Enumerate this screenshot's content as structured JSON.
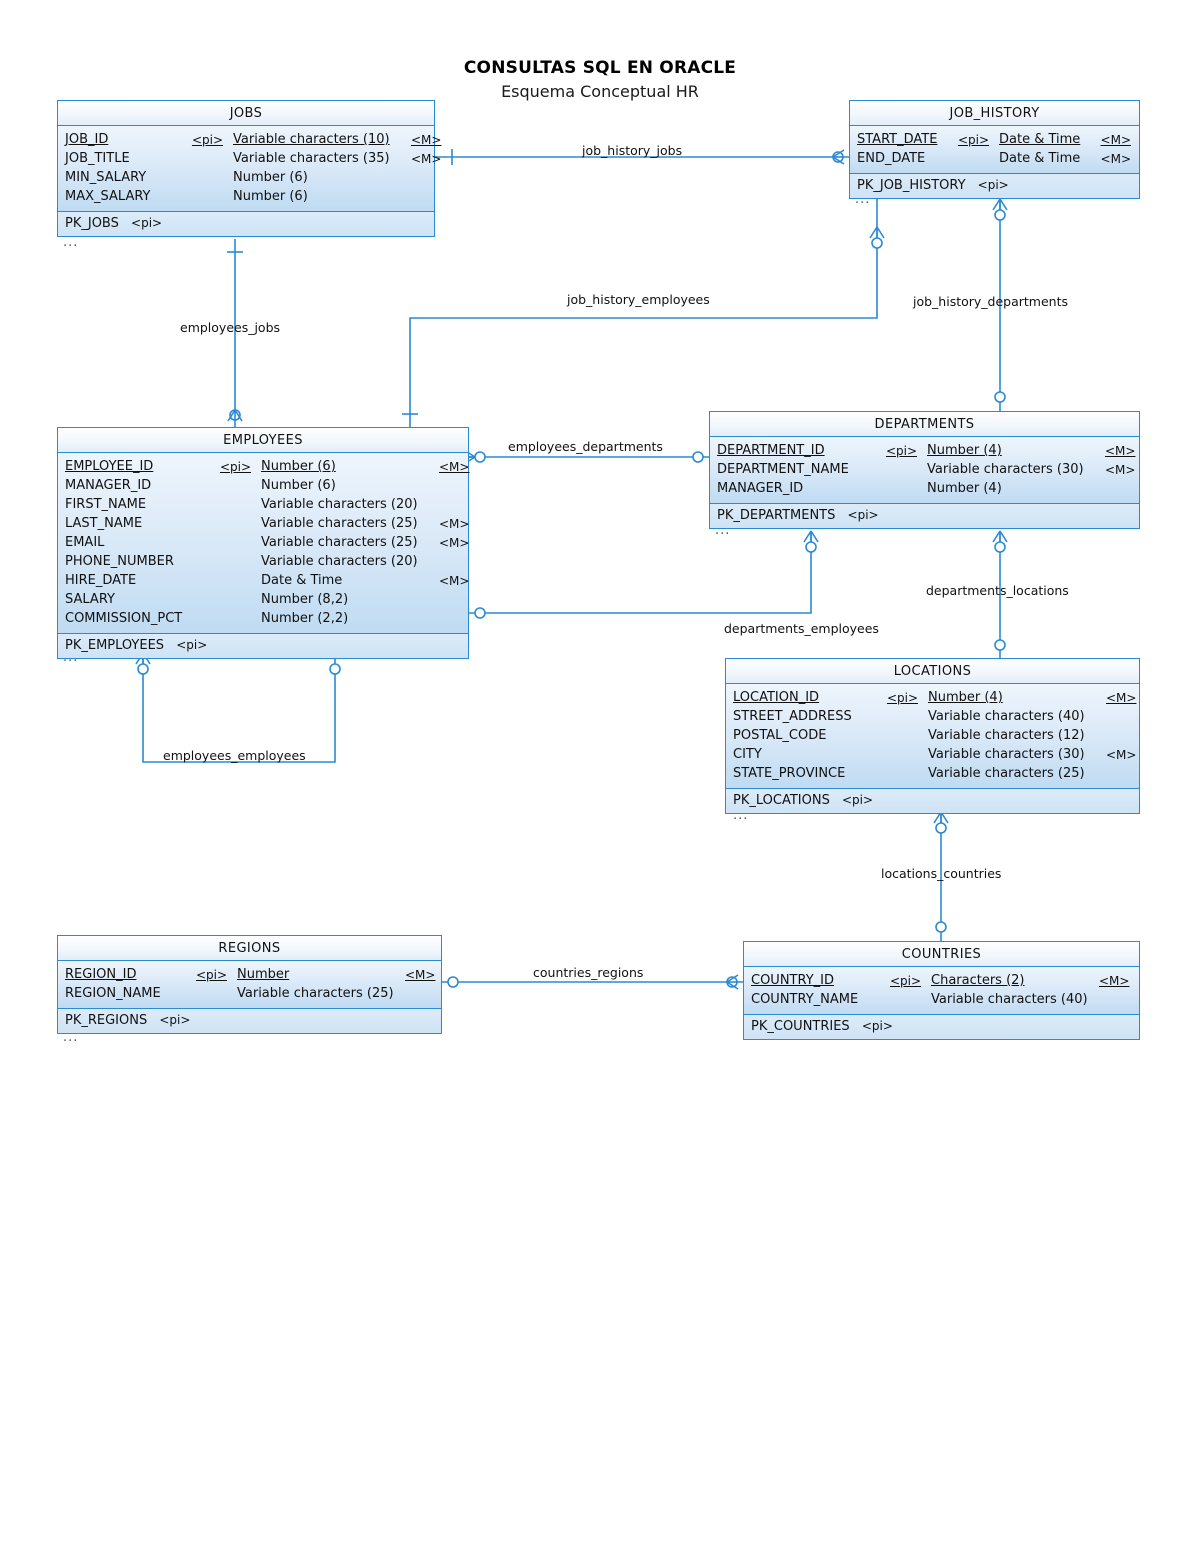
{
  "header": {
    "title": "CONSULTAS SQL EN ORACLE",
    "subtitle": "Esquema Conceptual HR"
  },
  "diagram": {
    "type": "entity-relationship",
    "notation": "crows-foot",
    "colors": {
      "border": "#2a8ad4",
      "title_fill": "#f2f7fc",
      "attr_fill": "#dceaf8",
      "pk_fill": "#d5e7f6",
      "line": "#2a8ad4",
      "text": "#111111"
    },
    "pi_marker": "<pi>",
    "m_marker": "<M>",
    "overflow_marker": "...",
    "entities": [
      {
        "name": "JOBS",
        "attributes": [
          {
            "name": "JOB_ID",
            "pi": "<pi>",
            "type": "Variable characters (10)",
            "m": "<M>"
          },
          {
            "name": "JOB_TITLE",
            "pi": "",
            "type": "Variable characters (35)",
            "m": "<M>"
          },
          {
            "name": "MIN_SALARY",
            "pi": "",
            "type": "Number (6)",
            "m": ""
          },
          {
            "name": "MAX_SALARY",
            "pi": "",
            "type": "Number (6)",
            "m": ""
          }
        ],
        "identifier": "PK_JOBS",
        "identifier_marker": "<pi>"
      },
      {
        "name": "JOB_HISTORY",
        "attributes": [
          {
            "name": "START_DATE",
            "pi": "<pi>",
            "type": "Date & Time",
            "m": "<M>"
          },
          {
            "name": "END_DATE",
            "pi": "",
            "type": "Date & Time",
            "m": "<M>"
          }
        ],
        "identifier": "PK_JOB_HISTORY",
        "identifier_marker": "<pi>"
      },
      {
        "name": "EMPLOYEES",
        "attributes": [
          {
            "name": "EMPLOYEE_ID",
            "pi": "<pi>",
            "type": "Number (6)",
            "m": "<M>"
          },
          {
            "name": "MANAGER_ID",
            "pi": "",
            "type": "Number (6)",
            "m": ""
          },
          {
            "name": "FIRST_NAME",
            "pi": "",
            "type": "Variable characters (20)",
            "m": ""
          },
          {
            "name": "LAST_NAME",
            "pi": "",
            "type": "Variable characters (25)",
            "m": "<M>"
          },
          {
            "name": "EMAIL",
            "pi": "",
            "type": "Variable characters (25)",
            "m": "<M>"
          },
          {
            "name": "PHONE_NUMBER",
            "pi": "",
            "type": "Variable characters (20)",
            "m": ""
          },
          {
            "name": "HIRE_DATE",
            "pi": "",
            "type": "Date & Time",
            "m": "<M>"
          },
          {
            "name": "SALARY",
            "pi": "",
            "type": "Number (8,2)",
            "m": ""
          },
          {
            "name": "COMMISSION_PCT",
            "pi": "",
            "type": "Number (2,2)",
            "m": ""
          }
        ],
        "identifier": "PK_EMPLOYEES",
        "identifier_marker": "<pi>"
      },
      {
        "name": "DEPARTMENTS",
        "attributes": [
          {
            "name": "DEPARTMENT_ID",
            "pi": "<pi>",
            "type": "Number (4)",
            "m": "<M>"
          },
          {
            "name": "DEPARTMENT_NAME",
            "pi": "",
            "type": "Variable characters (30)",
            "m": "<M>"
          },
          {
            "name": "MANAGER_ID",
            "pi": "",
            "type": "Number (4)",
            "m": ""
          }
        ],
        "identifier": "PK_DEPARTMENTS",
        "identifier_marker": "<pi>"
      },
      {
        "name": "LOCATIONS",
        "attributes": [
          {
            "name": "LOCATION_ID",
            "pi": "<pi>",
            "type": "Number (4)",
            "m": "<M>"
          },
          {
            "name": "STREET_ADDRESS",
            "pi": "",
            "type": "Variable characters (40)",
            "m": ""
          },
          {
            "name": "POSTAL_CODE",
            "pi": "",
            "type": "Variable characters (12)",
            "m": ""
          },
          {
            "name": "CITY",
            "pi": "",
            "type": "Variable characters (30)",
            "m": "<M>"
          },
          {
            "name": "STATE_PROVINCE",
            "pi": "",
            "type": "Variable characters (25)",
            "m": ""
          }
        ],
        "identifier": "PK_LOCATIONS",
        "identifier_marker": "<pi>"
      },
      {
        "name": "REGIONS",
        "attributes": [
          {
            "name": "REGION_ID",
            "pi": "<pi>",
            "type": "Number",
            "m": "<M>"
          },
          {
            "name": "REGION_NAME",
            "pi": "",
            "type": "Variable characters (25)",
            "m": ""
          }
        ],
        "identifier": "PK_REGIONS",
        "identifier_marker": "<pi>"
      },
      {
        "name": "COUNTRIES",
        "attributes": [
          {
            "name": "COUNTRY_ID",
            "pi": "<pi>",
            "type": "Characters (2)",
            "m": "<M>"
          },
          {
            "name": "COUNTRY_NAME",
            "pi": "",
            "type": "Variable characters (40)",
            "m": ""
          }
        ],
        "identifier": "PK_COUNTRIES",
        "identifier_marker": "<pi>"
      }
    ],
    "relationships": [
      {
        "label": "job_history_jobs",
        "from": "JOBS",
        "to": "JOB_HISTORY"
      },
      {
        "label": "job_history_employees",
        "from": "JOB_HISTORY",
        "to": "EMPLOYEES"
      },
      {
        "label": "job_history_departments",
        "from": "JOB_HISTORY",
        "to": "DEPARTMENTS"
      },
      {
        "label": "employees_jobs",
        "from": "JOBS",
        "to": "EMPLOYEES"
      },
      {
        "label": "employees_departments",
        "from": "EMPLOYEES",
        "to": "DEPARTMENTS"
      },
      {
        "label": "departments_employees",
        "from": "DEPARTMENTS",
        "to": "EMPLOYEES"
      },
      {
        "label": "employees_employees",
        "from": "EMPLOYEES",
        "to": "EMPLOYEES"
      },
      {
        "label": "departments_locations",
        "from": "DEPARTMENTS",
        "to": "LOCATIONS"
      },
      {
        "label": "locations_countries",
        "from": "LOCATIONS",
        "to": "COUNTRIES"
      },
      {
        "label": "countries_regions",
        "from": "REGIONS",
        "to": "COUNTRIES"
      }
    ]
  }
}
